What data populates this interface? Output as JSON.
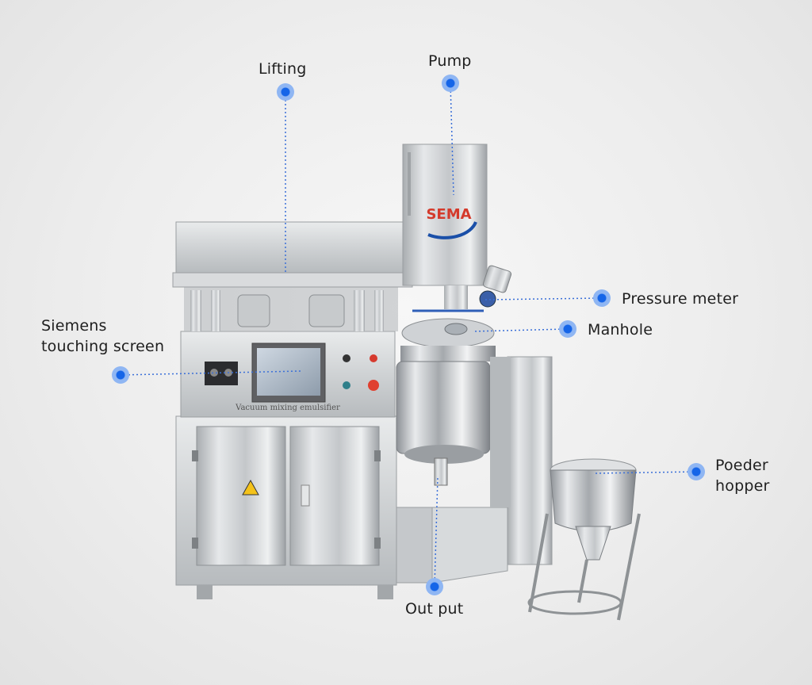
{
  "brand": {
    "logo_text": "SEMA",
    "logo_color": "#1a4fa8",
    "logo_red": "#d43a2b"
  },
  "panel": {
    "caption": "Vacuum mixing emulsifier"
  },
  "colors": {
    "leader": "#3a6fd8",
    "dot_core": "#1565e8",
    "dot_halo": "#8fb6f3",
    "steel": "#c9ccce"
  },
  "callouts": [
    {
      "id": "lifting",
      "lines": [
        "Lifting"
      ]
    },
    {
      "id": "pump",
      "lines": [
        "Pump"
      ]
    },
    {
      "id": "pressure",
      "lines": [
        "Pressure meter"
      ]
    },
    {
      "id": "manhole",
      "lines": [
        "Manhole"
      ]
    },
    {
      "id": "siemens",
      "lines": [
        "Siemens",
        "touching screen"
      ]
    },
    {
      "id": "hopper",
      "lines": [
        "Poeder",
        "hopper"
      ]
    },
    {
      "id": "output",
      "lines": [
        "Out put"
      ]
    }
  ]
}
